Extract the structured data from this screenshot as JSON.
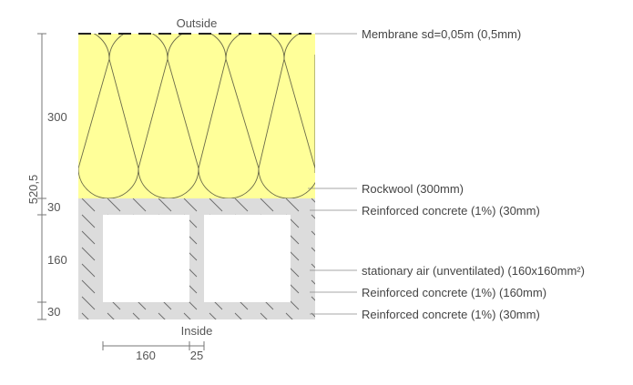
{
  "diagram": {
    "outside_label": "Outside",
    "inside_label": "Inside",
    "colors": {
      "insulation_fill": "#ffff99",
      "insulation_stroke": "#6b6b4a",
      "concrete_fill": "#dcdcdc",
      "air_fill": "#ffffff",
      "text": "#444444",
      "membrane": "#222222"
    },
    "layers": [
      {
        "label": "Membrane sd=0,05m (0,5mm)"
      },
      {
        "label": "Rockwool (300mm)"
      },
      {
        "label": "Reinforced concrete (1%) (30mm)"
      },
      {
        "label": "stationary air (unventilated) (160x160mm²)"
      },
      {
        "label": "Reinforced concrete (1%) (160mm)"
      },
      {
        "label": "Reinforced concrete (1%) (30mm)"
      }
    ],
    "dimensions": {
      "vertical_total": "520,5",
      "vertical_segments": [
        "300",
        "30",
        "160",
        "30"
      ],
      "horizontal_segments": [
        "160",
        "25"
      ]
    }
  }
}
